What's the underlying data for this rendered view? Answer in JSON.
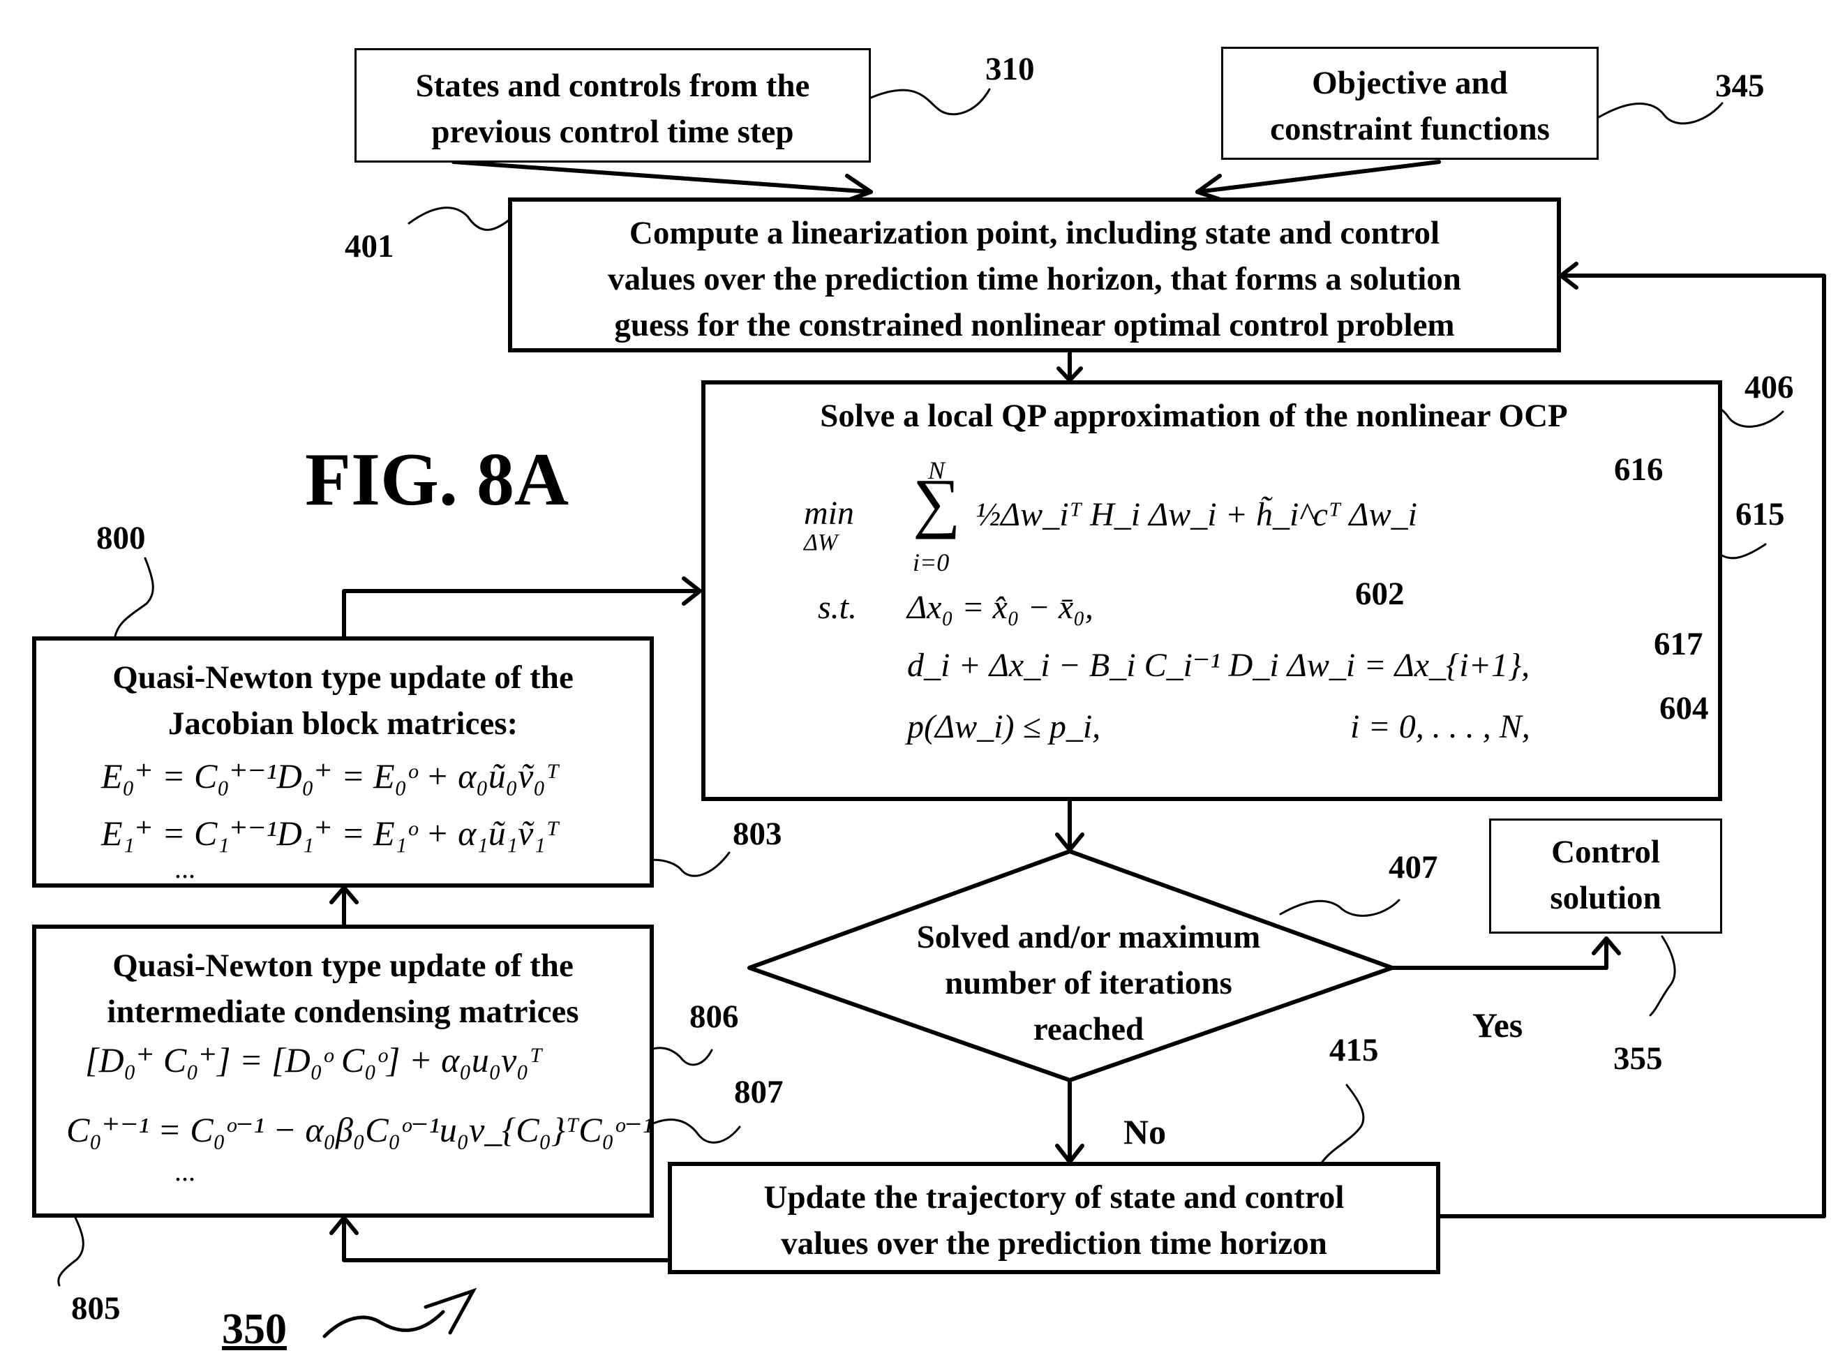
{
  "figure": {
    "title": "FIG. 8A",
    "main_ref": "350"
  },
  "boxes": {
    "states": {
      "ref": "310",
      "lines": [
        "States and controls from the",
        "previous control time step"
      ]
    },
    "objective": {
      "ref": "345",
      "lines": [
        "Objective and",
        "constraint functions"
      ]
    },
    "linearize": {
      "ref": "401",
      "lines": [
        "Compute a linearization point, including state and control",
        "values over the prediction time horizon, that forms a solution",
        "guess for the constrained nonlinear optimal control problem"
      ]
    },
    "qp": {
      "ref": "406",
      "title": "Solve a local QP approximation of the nonlinear OCP",
      "refs": {
        "objective": "616",
        "box": "615",
        "init": "602",
        "dynamics": "617",
        "ineq": "604"
      },
      "math": {
        "min": "min",
        "min_sub": "ΔW",
        "sum_top": "N",
        "sum_bottom": "i=0",
        "objective": "½Δw_iᵀ H_i Δw_i + h̃_i^cᵀ Δw_i",
        "st": "s.t.",
        "init": "Δx₀ = x̂₀ − x̄₀,",
        "dynamics": "d_i + Δx_i − B_i C_i⁻¹ D_i Δw_i = Δx_{i+1},",
        "ineq": "p(Δw_i) ≤ p_i,",
        "range": "i = 0, . . . , N,"
      }
    },
    "decision": {
      "ref": "407",
      "lines": [
        "Solved and/or maximum",
        "number of iterations",
        "reached"
      ]
    },
    "control": {
      "ref": "355",
      "lines": [
        "Control",
        "solution"
      ]
    },
    "update": {
      "ref": "415",
      "lines": [
        "Update the trajectory of state and control",
        "values over the prediction time horizon"
      ]
    },
    "jacobian": {
      "ref": "800",
      "eq_ref": "803",
      "lines": [
        "Quasi-Newton type update of the",
        "Jacobian block matrices:"
      ],
      "eq1": "E₀⁺ = C₀⁺⁻¹D₀⁺ = E₀ᵒ + α₀ũ₀ṽ₀ᵀ",
      "eq2": "E₁⁺ = C₁⁺⁻¹D₁⁺ = E₁ᵒ + α₁ũ₁ṽ₁ᵀ",
      "dots": "..."
    },
    "condensing": {
      "ref": "805",
      "eq1_ref": "806",
      "eq2_ref": "807",
      "lines": [
        "Quasi-Newton type update of the",
        "intermediate condensing matrices"
      ],
      "eq1": "[D₀⁺  C₀⁺] = [D₀ᵒ  C₀ᵒ] + α₀u₀v₀ᵀ",
      "eq2": "C₀⁺⁻¹ = C₀ᵒ⁻¹ − α₀β₀C₀ᵒ⁻¹u₀v_{C₀}ᵀC₀ᵒ⁻¹",
      "dots": "..."
    }
  },
  "edges": {
    "yes": "Yes",
    "no": "No"
  }
}
